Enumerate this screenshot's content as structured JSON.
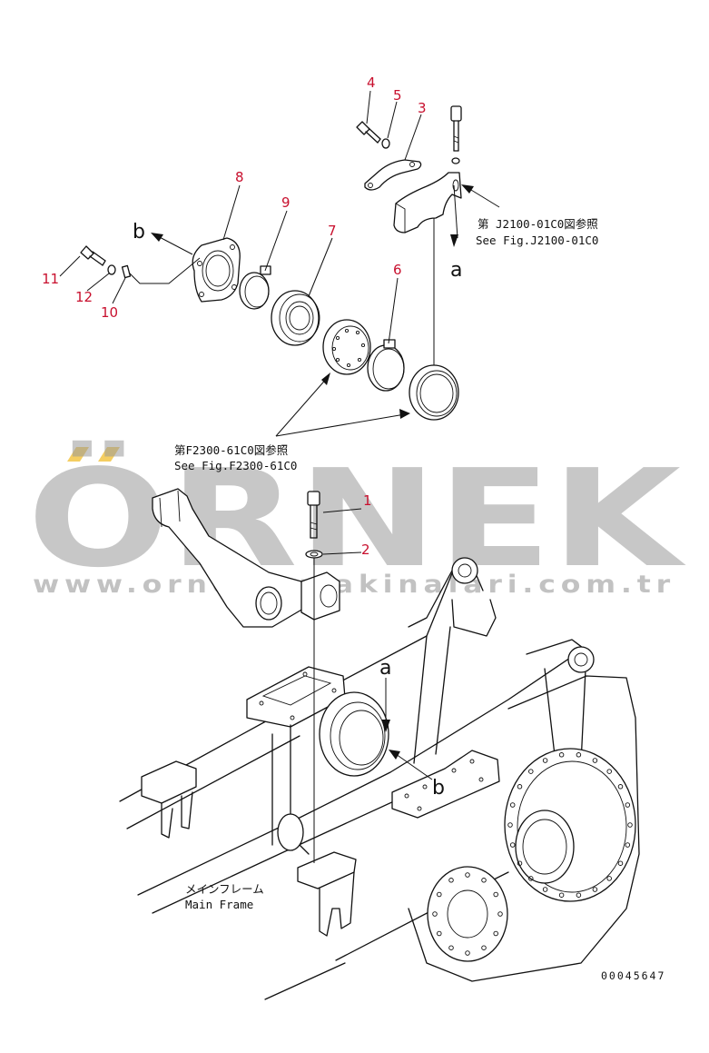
{
  "watermark": {
    "brand": "ÖRNEK",
    "url": "www.ornekismakinalari.com.tr"
  },
  "callouts": [
    "1",
    "2",
    "3",
    "4",
    "5",
    "6",
    "7",
    "8",
    "9",
    "10",
    "11",
    "12"
  ],
  "references": {
    "j2100_jp": "第 J2100-01C0図参照",
    "j2100_en": "See Fig.J2100-01C0",
    "f2300_jp": "第F2300-61C0図参照",
    "f2300_en": "See Fig.F2300-61C0"
  },
  "connection_letters": {
    "a_top": "a",
    "b_left": "b",
    "a_lower": "a",
    "b_lower": "b"
  },
  "main_frame": {
    "jp": "メインフレーム",
    "en": "Main Frame"
  },
  "drawing_number": "00045647"
}
